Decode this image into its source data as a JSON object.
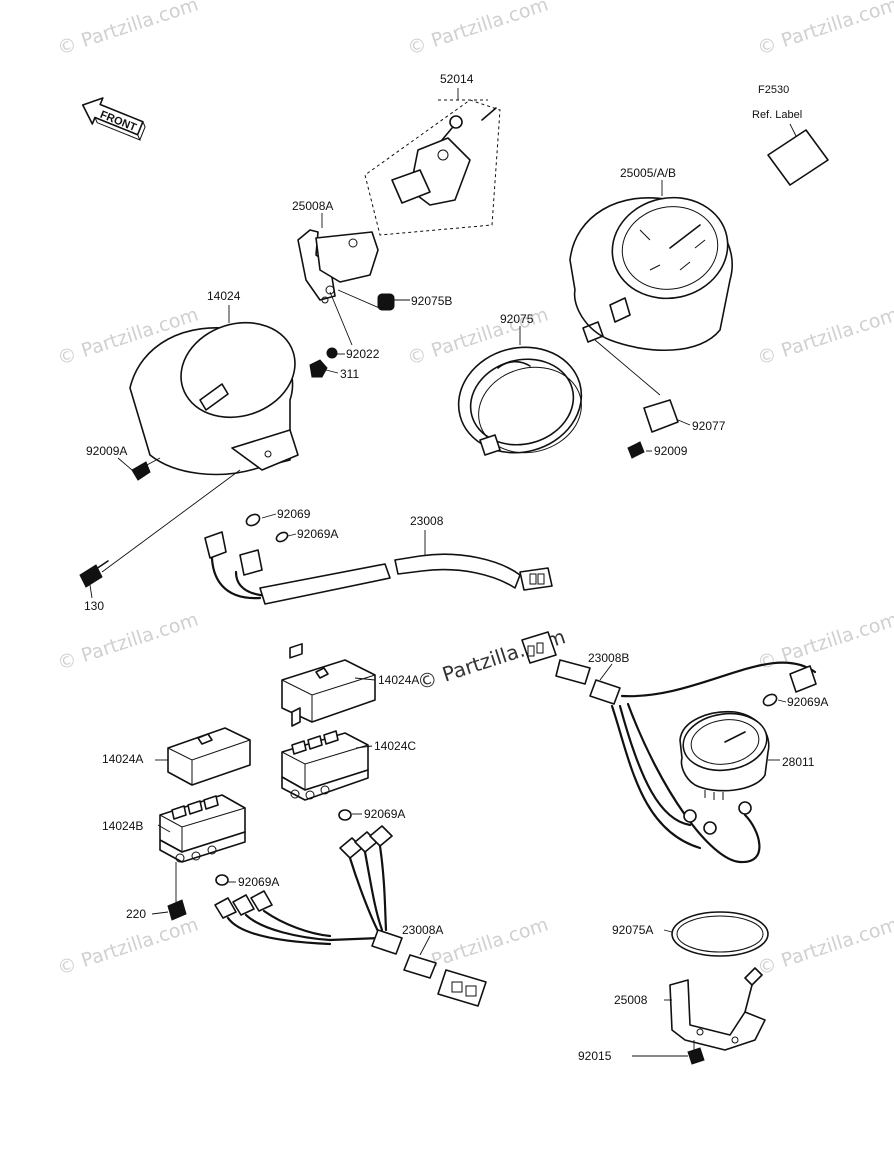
{
  "watermark": {
    "text": "© Partzilla.com",
    "center_text": "© Partzilla.com"
  },
  "front_arrow": {
    "label": "FRONT"
  },
  "ref_label": {
    "code": "F2530",
    "caption": "Ref. Label"
  },
  "parts": {
    "p52014": "52014",
    "p25008A": "25008A",
    "p25005AB": "25005/A/B",
    "p14024": "14024",
    "p92075B": "92075B",
    "p92075": "92075",
    "p92022": "92022",
    "p311": "311",
    "p92009A": "92009A",
    "p92077": "92077",
    "p92009": "92009",
    "p92069": "92069",
    "p92069A_top": "92069A",
    "p23008": "23008",
    "p130": "130",
    "p23008B": "23008B",
    "p14024A_right": "14024A",
    "p92069A_right": "92069A",
    "p14024C": "14024C",
    "p14024A_left": "14024A",
    "p28011": "28011",
    "p92069A_mid": "92069A",
    "p14024B": "14024B",
    "p92069A_low": "92069A",
    "p220": "220",
    "p23008A": "23008A",
    "p92075A": "92075A",
    "p25008": "25008",
    "p92015": "92015"
  }
}
